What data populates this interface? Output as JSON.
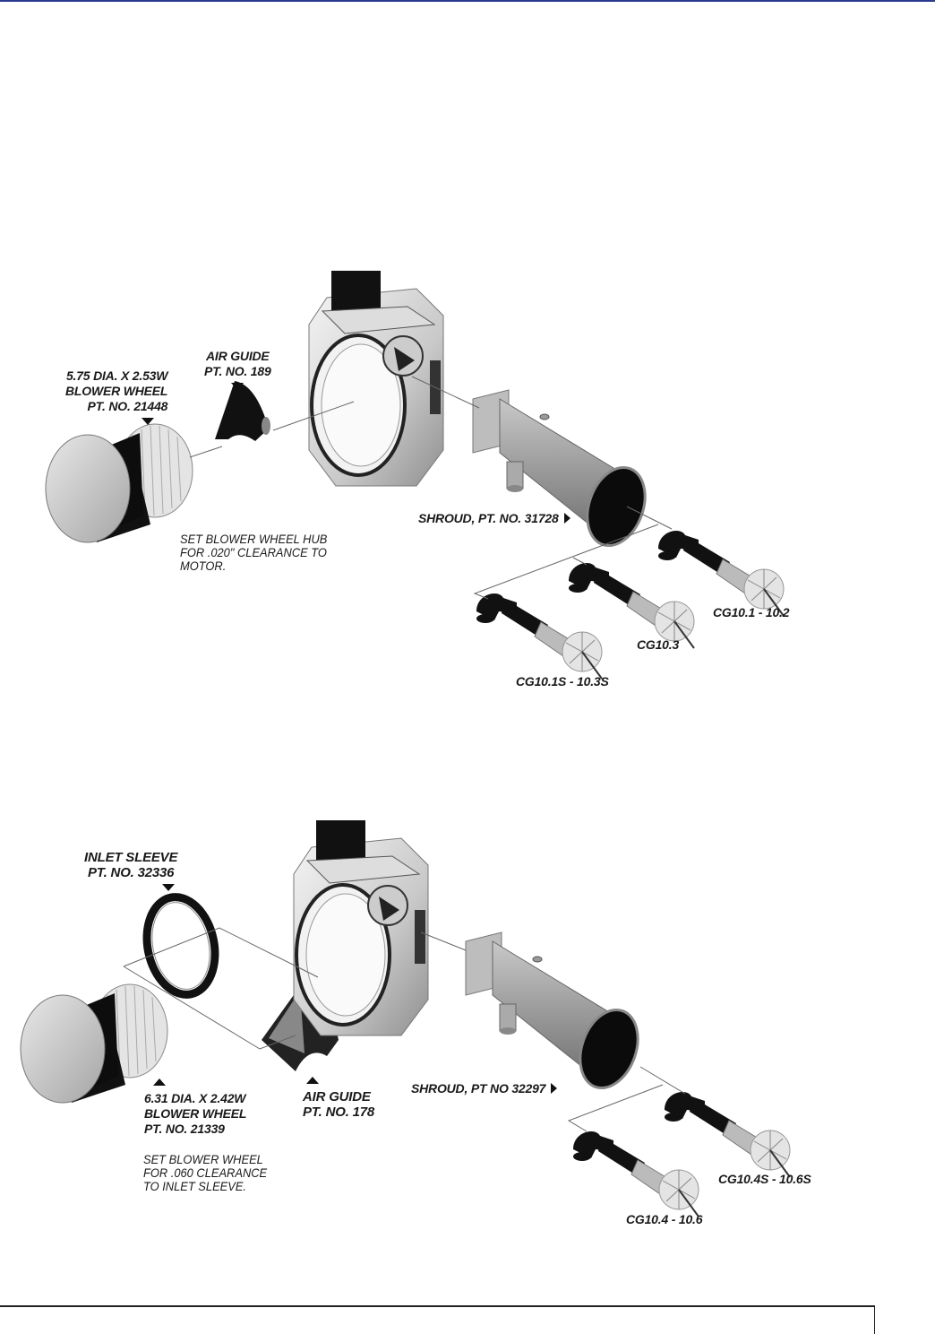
{
  "diagram_top": {
    "blower_wheel": {
      "line1": "5.75 DIA. X 2.53W",
      "line2": "BLOWER WHEEL",
      "line3": "PT. NO. 21448"
    },
    "air_guide": {
      "line1": "AIR GUIDE",
      "line2": "PT. NO. 189"
    },
    "note": {
      "line1": "SET BLOWER WHEEL HUB",
      "line2": "FOR .020\" CLEARANCE TO",
      "line3": "MOTOR."
    },
    "shroud": "SHROUD, PT. NO. 31728",
    "guns": [
      "CG10.1 - 10.2",
      "CG10.3",
      "CG10.1S - 10.3S"
    ]
  },
  "diagram_bottom": {
    "inlet_sleeve": {
      "line1": "INLET SLEEVE",
      "line2": "PT. NO. 32336"
    },
    "blower_wheel": {
      "line1": "6.31 DIA. X 2.42W",
      "line2": "BLOWER WHEEL",
      "line3": "PT. NO. 21339"
    },
    "air_guide": {
      "line1": "AIR GUIDE",
      "line2": "PT. NO. 178"
    },
    "note": {
      "line1": "SET BLOWER WHEEL",
      "line2": "FOR .060 CLEARANCE",
      "line3": "TO INLET SLEEVE."
    },
    "shroud": "SHROUD, PT NO 32297",
    "guns": [
      "CG10.4S - 10.6S",
      "CG10.4 - 10.6"
    ]
  },
  "colors": {
    "top_rule": "#2b3a8f",
    "ink": "#1a1a1a"
  }
}
